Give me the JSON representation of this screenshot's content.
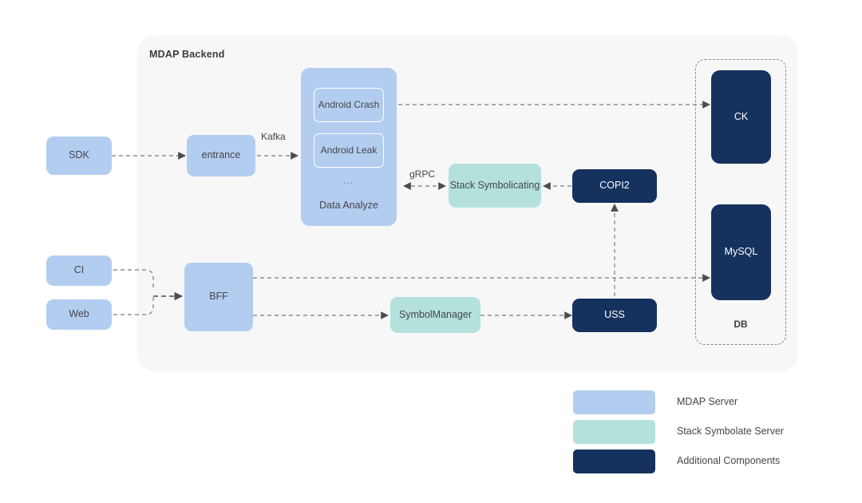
{
  "diagram": {
    "backend_panel_title": "MDAP Backend",
    "db_group_label": "DB",
    "nodes": {
      "sdk": "SDK",
      "ci": "CI",
      "web": "Web",
      "entrance": "entrance",
      "bff": "BFF",
      "data_analyze": {
        "caption": "Data Analyze",
        "sub_1": "Android Crash",
        "sub_2": "Android Leak",
        "ellipsis": "..."
      },
      "stack_symbolicating": "Stack Symbolicating",
      "symbol_manager": "SymbolManager",
      "copi2": "COPI2",
      "uss": "USS",
      "ck": "CK",
      "mysql": "MySQL"
    },
    "edge_labels": {
      "kafka": "Kafka",
      "grpc": "gRPC"
    }
  },
  "legend": {
    "items": [
      {
        "label": "MDAP Server",
        "color": "#b3cdf0"
      },
      {
        "label": "Stack Symbolate Server",
        "color": "#b4e1dc"
      },
      {
        "label": "Additional Components",
        "color": "#15315e"
      }
    ]
  },
  "palette": {
    "mdap_server": "#b3cdf0",
    "stack_symbolate_server": "#b4e1dc",
    "additional_components": "#15315e",
    "panel_background": "#f7f7f8",
    "connector": "#6e7076",
    "text": "#44464b"
  }
}
